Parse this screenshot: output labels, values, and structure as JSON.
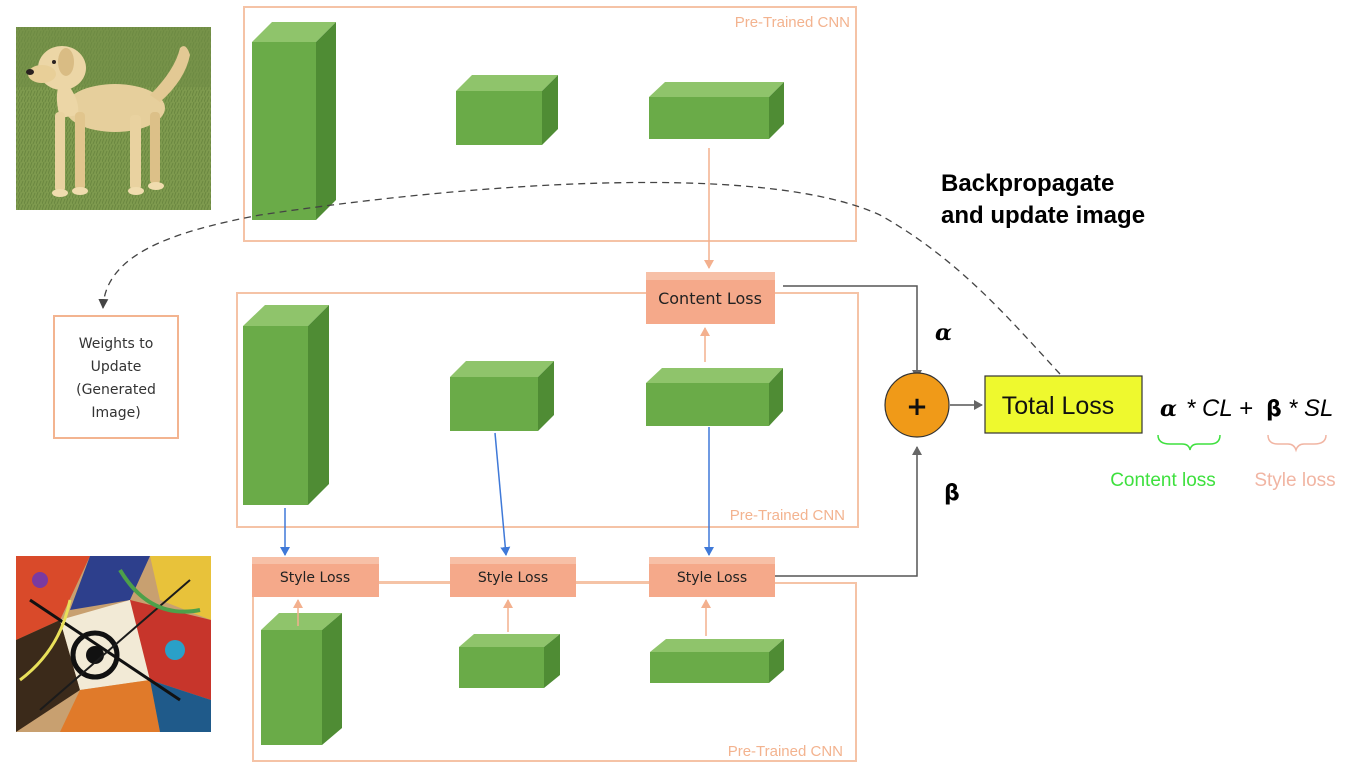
{
  "cnn_label": "Pre-Trained CNN",
  "content_loss_label": "Content Loss",
  "style_loss_label": "Style Loss",
  "weights_box": {
    "lines": [
      "Weights to",
      "Update",
      "(Generated",
      "Image)"
    ]
  },
  "backprop_text": [
    "Backpropagate",
    "and update image"
  ],
  "plus_symbol": "+",
  "alpha_symbol": "α",
  "beta_symbol": "β",
  "total_loss_label": "Total Loss",
  "formula": {
    "alpha": "α",
    "cl": "* CL +",
    "beta": "β",
    "sl": "* SL"
  },
  "content_loss_caption": "Content loss",
  "style_loss_caption": "Style loss",
  "colors": {
    "cube_front": "#6aab48",
    "cube_top": "#8fc46b",
    "cube_side": "#4f8c34",
    "cnn_border": "#f5c3a6",
    "loss_box": "#f5a98a",
    "plus_circle": "#f09a18",
    "total_loss_fill": "#eef92e",
    "content_caption": "#3ee03e",
    "style_caption": "#f1b5a3",
    "blue_arrow": "#3f79d8"
  },
  "images": {
    "content_image": "photo of a yellow labrador dog standing on grass",
    "style_image": "abstract colorful expressionist painting"
  }
}
